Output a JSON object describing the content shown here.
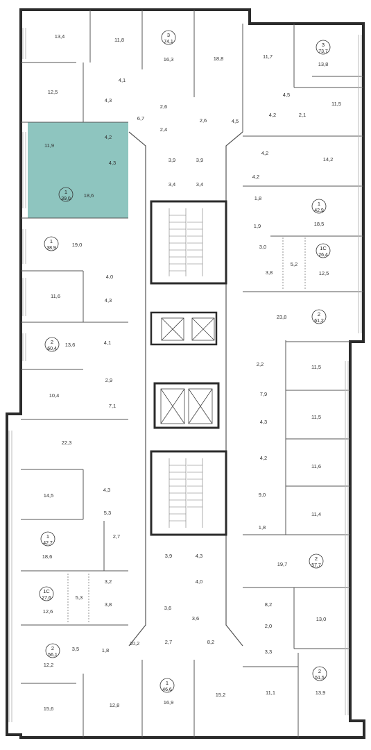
{
  "colors": {
    "highlight": "#8ec5bf",
    "wall": "#2b2b2b",
    "line": "#555555"
  },
  "apartments": [
    {
      "rooms": "3",
      "area": "74,1"
    },
    {
      "rooms": "3",
      "area": "73,7"
    },
    {
      "rooms": "1",
      "area": "39,0"
    },
    {
      "rooms": "1",
      "area": "42,9"
    },
    {
      "rooms": "1",
      "area": "38,9"
    },
    {
      "rooms": "1С",
      "area": "26,4"
    },
    {
      "rooms": "2",
      "area": "61,2"
    },
    {
      "rooms": "2",
      "area": "60,4"
    },
    {
      "rooms": "1",
      "area": "42,7"
    },
    {
      "rooms": "2",
      "area": "57,7"
    },
    {
      "rooms": "1С",
      "area": "27,6"
    },
    {
      "rooms": "2",
      "area": "56,1"
    },
    {
      "rooms": "2",
      "area": "51,5"
    },
    {
      "rooms": "1",
      "area": "46,6"
    }
  ],
  "room_areas": [
    "13,4",
    "11,8",
    "16,3",
    "18,8",
    "11,7",
    "13,8",
    "4,1",
    "12,5",
    "4,3",
    "6,7",
    "2,6",
    "2,4",
    "2,6",
    "4,5",
    "4,5",
    "4,2",
    "2,1",
    "11,5",
    "11,9",
    "4,2",
    "4,3",
    "18,6",
    "3,9",
    "3,9",
    "3,4",
    "3,4",
    "4,2",
    "14,2",
    "4,2",
    "1,8",
    "1,9",
    "18,5",
    "19,0",
    "3,0",
    "5,2",
    "12,5",
    "3,8",
    "4,0",
    "11,6",
    "4,3",
    "23,8",
    "13,6",
    "4,1",
    "2,2",
    "11,5",
    "2,9",
    "10,4",
    "7,9",
    "11,5",
    "7,1",
    "22,3",
    "4,3",
    "4,2",
    "11,6",
    "14,5",
    "4,3",
    "9,0",
    "5,3",
    "11,4",
    "1,8",
    "18,6",
    "2,7",
    "19,7",
    "3,9",
    "4,3",
    "4,0",
    "3,2",
    "5,3",
    "3,8",
    "3,6",
    "3,6",
    "8,2",
    "12,6",
    "2,0",
    "13,0",
    "3,3",
    "3,5",
    "1,8",
    "10,2",
    "2,7",
    "8,2",
    "12,2",
    "15,6",
    "12,8",
    "16,9",
    "15,2",
    "11,1",
    "13,9"
  ]
}
